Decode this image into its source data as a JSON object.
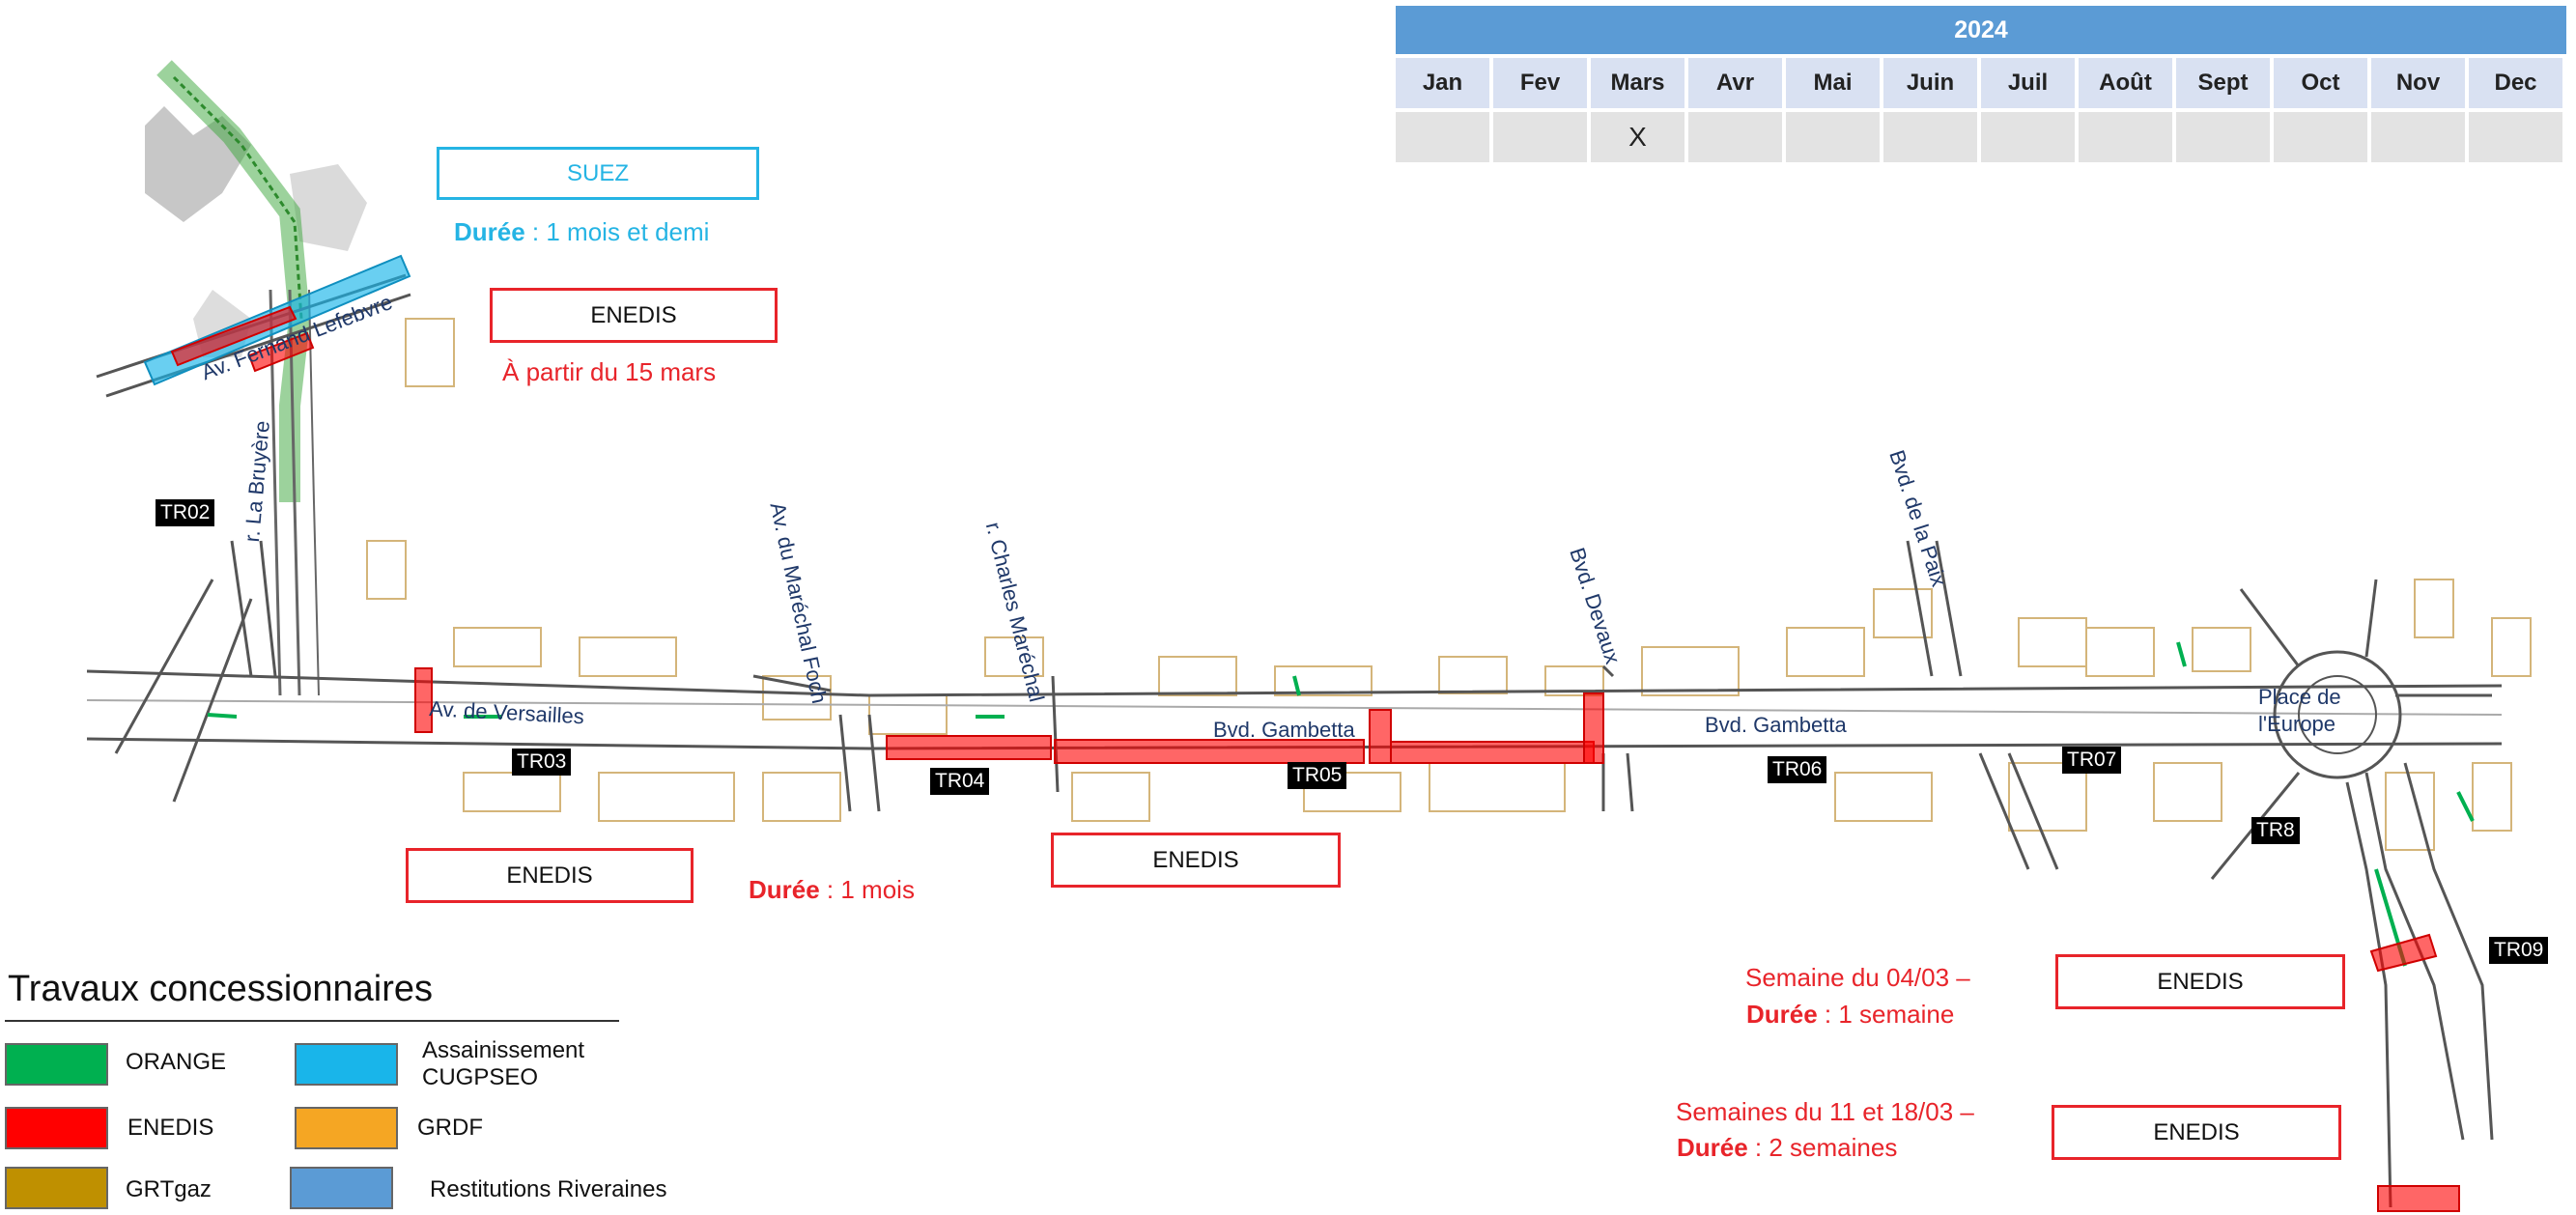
{
  "calendar": {
    "year": "2024",
    "months": [
      "Jan",
      "Fev",
      "Mars",
      "Avr",
      "Mai",
      "Juin",
      "Juil",
      "Août",
      "Sept",
      "Oct",
      "Nov",
      "Dec"
    ],
    "marks": [
      "",
      "",
      "X",
      "",
      "",
      "",
      "",
      "",
      "",
      "",
      "",
      ""
    ]
  },
  "boxes": {
    "suez": "SUEZ",
    "enedis_top": "ENEDIS",
    "enedis_left": "ENEDIS",
    "enedis_mid": "ENEDIS",
    "enedis_r1": "ENEDIS",
    "enedis_r2": "ENEDIS"
  },
  "notes": {
    "suez_duration_label": "Durée",
    "suez_duration_value": " :  1 mois et demi",
    "enedis_top_date": "À partir du 15 mars",
    "mid_duration_label": "Durée",
    "mid_duration_value": " : 1 mois",
    "r1_week": "Semaine du 04/03 –",
    "r1_duration_label": "Durée",
    "r1_duration_value": " :  1 semaine",
    "r2_week": "Semaines du 11 et 18/03  –",
    "r2_duration_label": "Durée",
    "r2_duration_value": " : 2 semaines"
  },
  "sections": [
    "TR02",
    "TR03",
    "TR04",
    "TR05",
    "TR06",
    "TR07",
    "TR8",
    "TR09"
  ],
  "streets": {
    "fernand": "Av. Fernand Lefebvre",
    "bruyere": "r. La Bruyère",
    "foch": "Av. du Maréchal Foch",
    "charles": "r. Charles Maréchal",
    "devaux": "Bvd. Devaux",
    "paix": "Bvd. de la Paix",
    "versailles": "Av. de Versailles",
    "gambetta1": "Bvd. Gambetta",
    "gambetta2": "Bvd. Gambetta",
    "europe1": "Place de",
    "europe2": "l'Europe"
  },
  "legend": {
    "title": "Travaux concessionnaires",
    "items": [
      {
        "label": "ORANGE",
        "color": "#00b050"
      },
      {
        "label": "Assainissement\nCUGPSEO",
        "color": "#19b5ea"
      },
      {
        "label": "ENEDIS",
        "color": "#ff0000"
      },
      {
        "label": "GRDF",
        "color": "#f5a623"
      },
      {
        "label": "GRTgaz",
        "color": "#bf9000"
      },
      {
        "label": "Restitutions Riveraines",
        "color": "#5b9bd5"
      }
    ]
  }
}
